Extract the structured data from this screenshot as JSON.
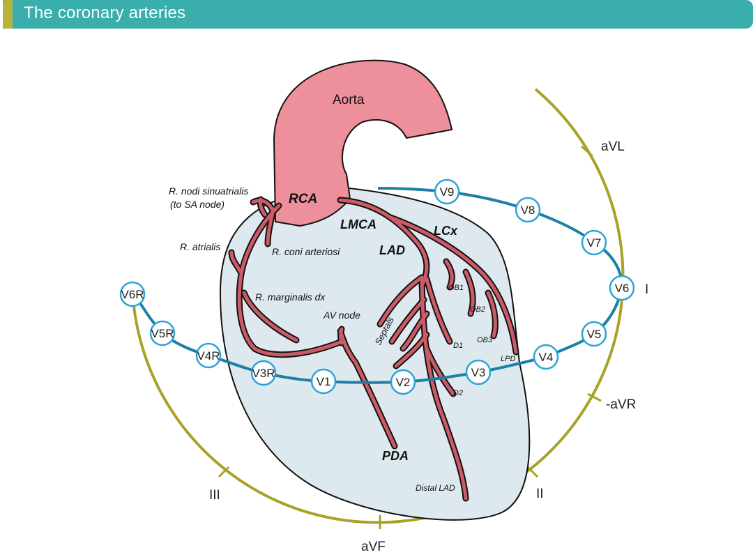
{
  "header": {
    "title": "The coronary arteries"
  },
  "colors": {
    "header_bg": "#3aaead",
    "header_tab": "#b6b43a",
    "aorta": "#ee8f9c",
    "artery": "#cc5b67",
    "heart_fill": "#dde9ee",
    "electrode_ring": "#2aa3d7",
    "lead_line": "#1e7fa6",
    "limb_arc": "#a8a228"
  },
  "anatomy": {
    "aorta": "Aorta",
    "rca": "RCA",
    "lmca": "LMCA",
    "lcx": "LCx",
    "lad": "LAD",
    "pda": "PDA",
    "sa_branch_line1": "R. nodi sinuatrialis",
    "sa_branch_line2": "(to SA node)",
    "atrialis": "R. atrialis",
    "coni": "R. coni arteriosi",
    "marginalis": "R. marginalis dx",
    "av_node": "AV node",
    "septals": "Septals",
    "ob1": "OB1",
    "ob2": "OB2",
    "ob3": "OB3",
    "d1": "D1",
    "d2": "D2",
    "lpd": "LPD",
    "distal_lad": "Distal LAD"
  },
  "electrodes": {
    "v6r": "V6R",
    "v5r": "V5R",
    "v4r": "V4R",
    "v3r": "V3R",
    "v1": "V1",
    "v2": "V2",
    "v3": "V3",
    "v4": "V4",
    "v5": "V5",
    "v6": "V6",
    "v7": "V7",
    "v8": "V8",
    "v9": "V9"
  },
  "limb_leads": {
    "avl": "aVL",
    "i": "I",
    "minus_avr": "-aVR",
    "ii": "II",
    "avf": "aVF",
    "iii": "III"
  }
}
